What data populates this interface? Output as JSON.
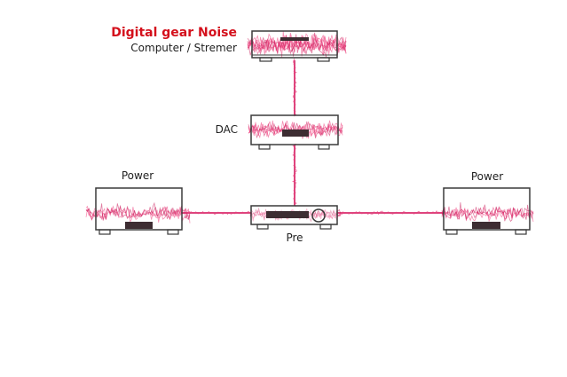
{
  "title": "Digital gear Noise",
  "colors": {
    "title": "#d4101c",
    "noise": "#ee3577",
    "noise_dark": "#c81455",
    "device_stroke": "#3a3a3a",
    "display": "#3d2d32",
    "text": "#222222"
  },
  "devices": {
    "source": {
      "label": "Computer / Stremer"
    },
    "dac": {
      "label": "DAC"
    },
    "pre": {
      "label": "Pre"
    },
    "power_left": {
      "label": "Power"
    },
    "power_right": {
      "label": "Power"
    }
  }
}
